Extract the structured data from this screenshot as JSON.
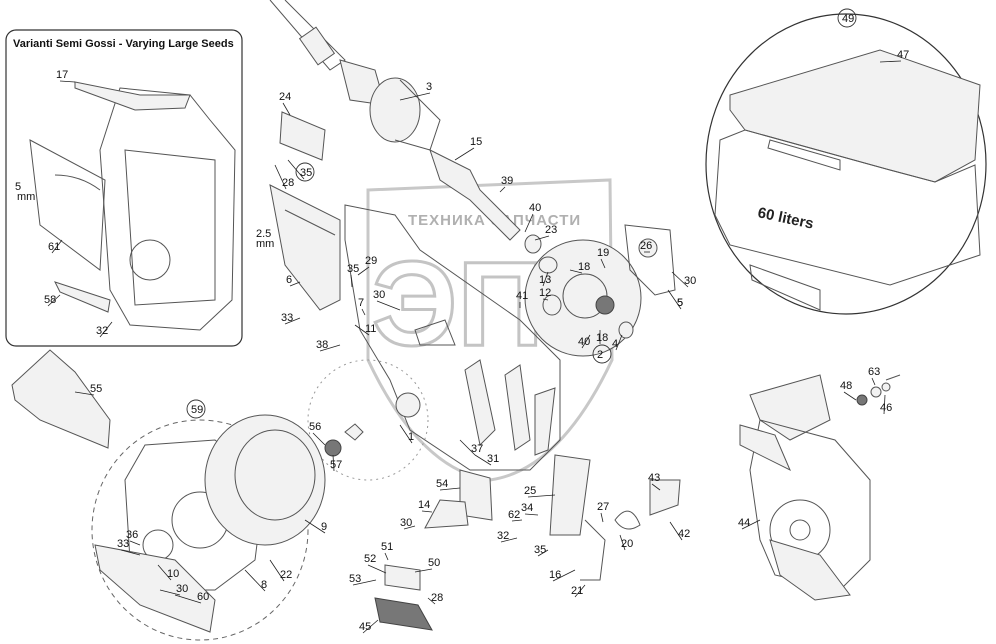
{
  "inset": {
    "title": "Varianti Semi Gossi - Varying Large Seeds",
    "callouts": [
      "17",
      "5",
      "mm",
      "61",
      "58",
      "32"
    ]
  },
  "hopper": {
    "capacity_label": "60 liters",
    "callouts": [
      "49",
      "47"
    ]
  },
  "watermark": {
    "text": "ТЕХНИКА  ЗАПЧАСТИ",
    "logo": "ЭПС"
  },
  "callouts": [
    "24",
    "28",
    "35",
    "3",
    "15",
    "39",
    "40",
    "23",
    "26",
    "30",
    "5",
    "19",
    "18",
    "13",
    "12",
    "2",
    "2.5",
    "mm",
    "6",
    "35",
    "29",
    "30",
    "33",
    "11",
    "7",
    "38",
    "41",
    "40",
    "18",
    "4",
    "5",
    "55",
    "59",
    "56",
    "57",
    "36",
    "33",
    "10",
    "30",
    "60",
    "9",
    "22",
    "8",
    "1",
    "37",
    "31",
    "54",
    "14",
    "30",
    "25",
    "62",
    "34",
    "32",
    "35",
    "51",
    "52",
    "50",
    "53",
    "28",
    "45",
    "27",
    "43",
    "20",
    "42",
    "16",
    "21",
    "48",
    "63",
    "46",
    "44"
  ],
  "colors": {
    "line": "#555555",
    "fill": "#f2f2f2",
    "watermark": "#c4c4c4"
  }
}
